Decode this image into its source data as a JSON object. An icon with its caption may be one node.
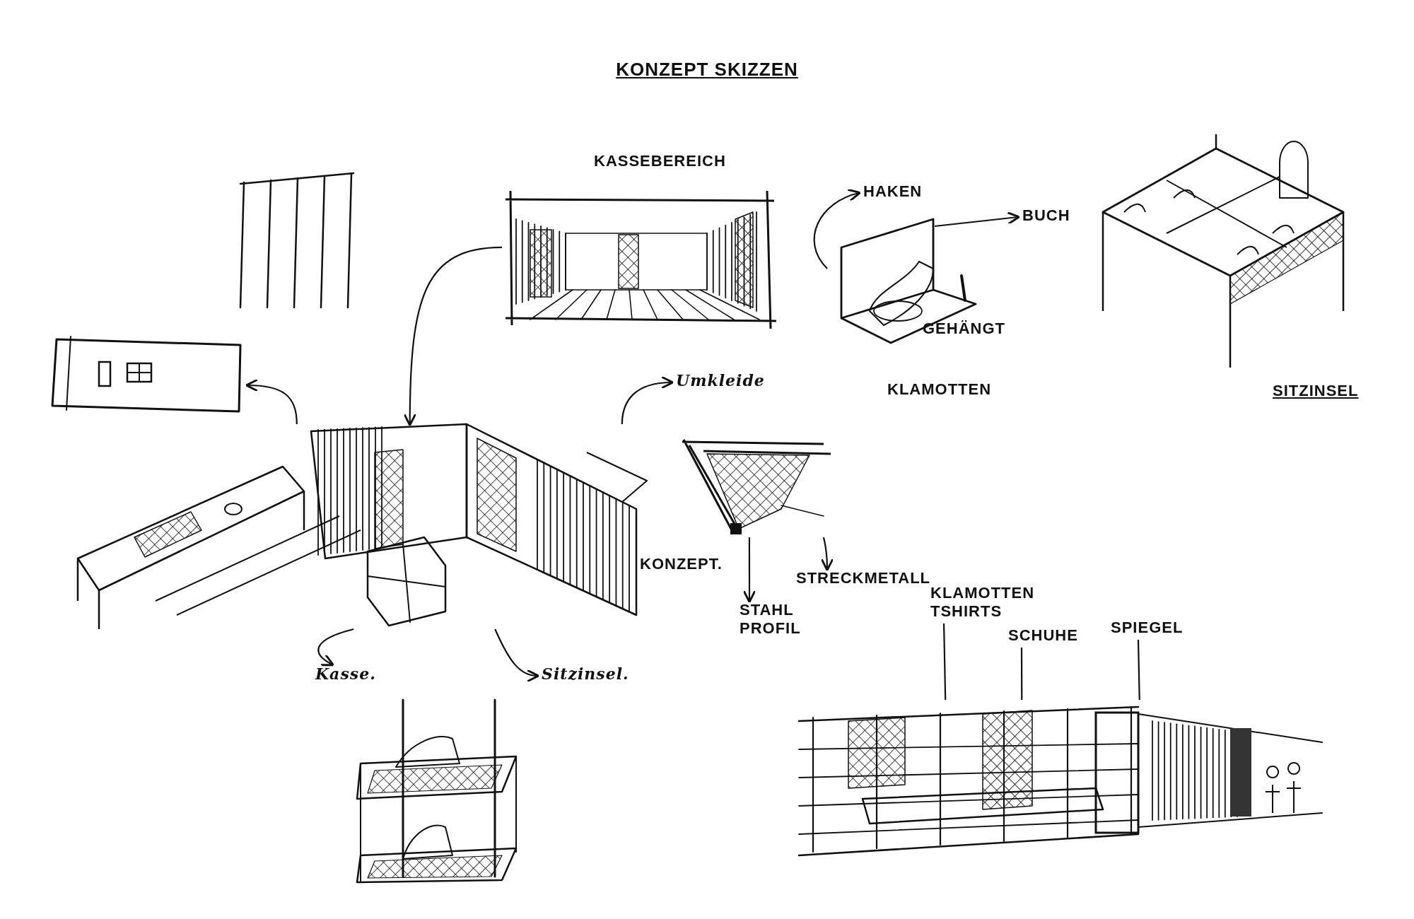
{
  "diagram": {
    "title": "KONZEPT SKIZZEN",
    "nodes": [
      {
        "text": [],
        "shape": "picture"
      },
      {
        "text": [],
        "shape": "picture"
      },
      {
        "text": [],
        "shape": "picture"
      },
      {
        "text": [],
        "shape": "picture"
      },
      {
        "text": [
          "HAKEN"
        ]
      },
      {
        "text": [
          "BUCH"
        ]
      },
      {
        "text": [
          "Umkleide"
        ]
      },
      {
        "text": [],
        "shape": "picture"
      },
      {
        "text": [
          "STAHL PROFIL"
        ]
      },
      {
        "text": [
          "STRECKMETALL"
        ]
      },
      {
        "text": [
          "Kasse."
        ]
      },
      {
        "text": [
          "Sitzinsel."
        ]
      },
      {
        "text": [
          "KLAMOTTEN TSHIRTS"
        ]
      },
      {
        "text": [
          "SCHUHE"
        ]
      },
      {
        "text": [
          "SPIEGEL"
        ]
      },
      {
        "text": [],
        "shape": "picture"
      }
    ],
    "edges": [
      {
        "from": 2,
        "to": 1,
        "arrow": "to"
      },
      {
        "from": 1,
        "to": 0,
        "arrow": "to"
      },
      {
        "from": 1,
        "to": 6,
        "arrow": "to"
      },
      {
        "from": 3,
        "to": 4,
        "arrow": "to"
      },
      {
        "from": 3,
        "to": 5,
        "arrow": "to"
      },
      {
        "from": 7,
        "to": 8,
        "arrow": "to"
      },
      {
        "from": 7,
        "to": 9,
        "arrow": "to"
      },
      {
        "from": 1,
        "to": 10,
        "arrow": "to"
      },
      {
        "from": 1,
        "to": 11,
        "arrow": "to"
      },
      {
        "from": 12,
        "to": 15,
        "arrow": "none"
      },
      {
        "from": 13,
        "to": 15,
        "arrow": "none"
      },
      {
        "from": 14,
        "to": 15,
        "arrow": "none"
      }
    ],
    "labels": [
      "KASSEBEREICH",
      "GEHÄNGT",
      "KLAMOTTEN",
      "SITZINSEL",
      "KONZEPT."
    ]
  }
}
